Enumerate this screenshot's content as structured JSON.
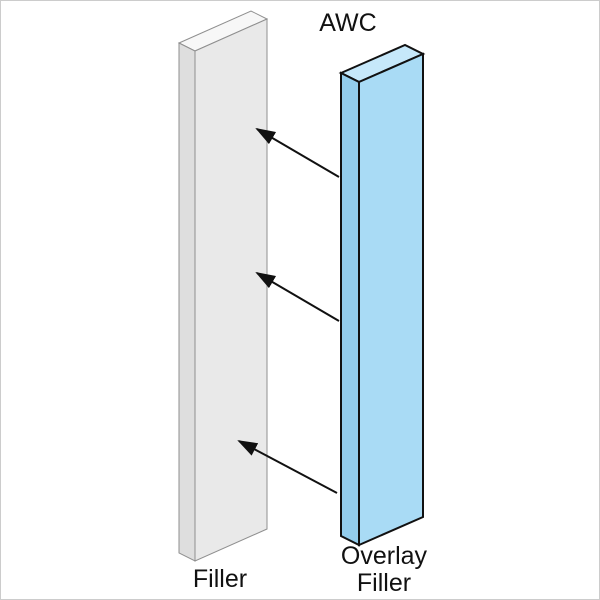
{
  "labels": {
    "awc": "AWC",
    "filler": "Filler",
    "overlay_filler_line1": "Overlay",
    "overlay_filler_line2": "Filler"
  },
  "colors": {
    "background": "#ffffff",
    "filler_front": "#e9e9e9",
    "filler_edge": "#dedede",
    "filler_top": "#f7f7f7",
    "filler_outline": "#8f8f8f",
    "overlay_front": "#a9dbf5",
    "overlay_edge": "#93cdec",
    "overlay_top": "#c6e8fa",
    "overlay_outline": "#111111",
    "arrow": "#111111",
    "text": "#111111"
  },
  "diagram": {
    "arrow_count": 3,
    "panels": [
      {
        "name": "filler-panel",
        "label": "Filler"
      },
      {
        "name": "overlay-filler-panel",
        "label": "Overlay Filler",
        "header": "AWC"
      }
    ]
  }
}
